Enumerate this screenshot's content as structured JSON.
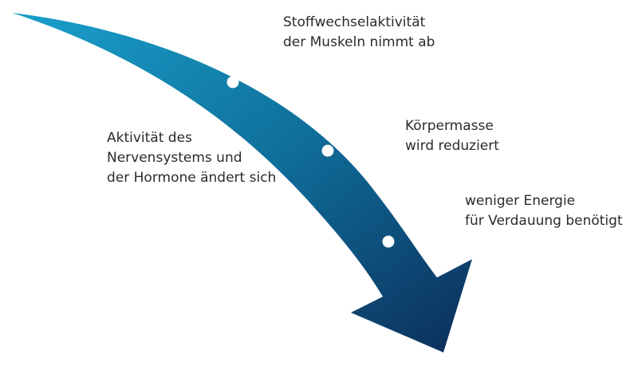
{
  "diagram": {
    "labels": {
      "muscle": [
        "Stoffwechselaktivität",
        "der Muskeln nimmt ab"
      ],
      "mass": [
        "Körpermasse",
        "wird reduziert"
      ],
      "nerve": [
        "Aktivität des",
        "Nervensystems und",
        "der Hormone ändert sich"
      ],
      "energy": [
        "weniger Energie",
        "für Verdauung benötigt"
      ]
    },
    "colors": {
      "arrow_start": "#1aa0cc",
      "arrow_mid": "#0f6f9a",
      "arrow_end": "#0c2d5a",
      "dot": "#ffffff",
      "text": "#2b2b2b"
    }
  }
}
